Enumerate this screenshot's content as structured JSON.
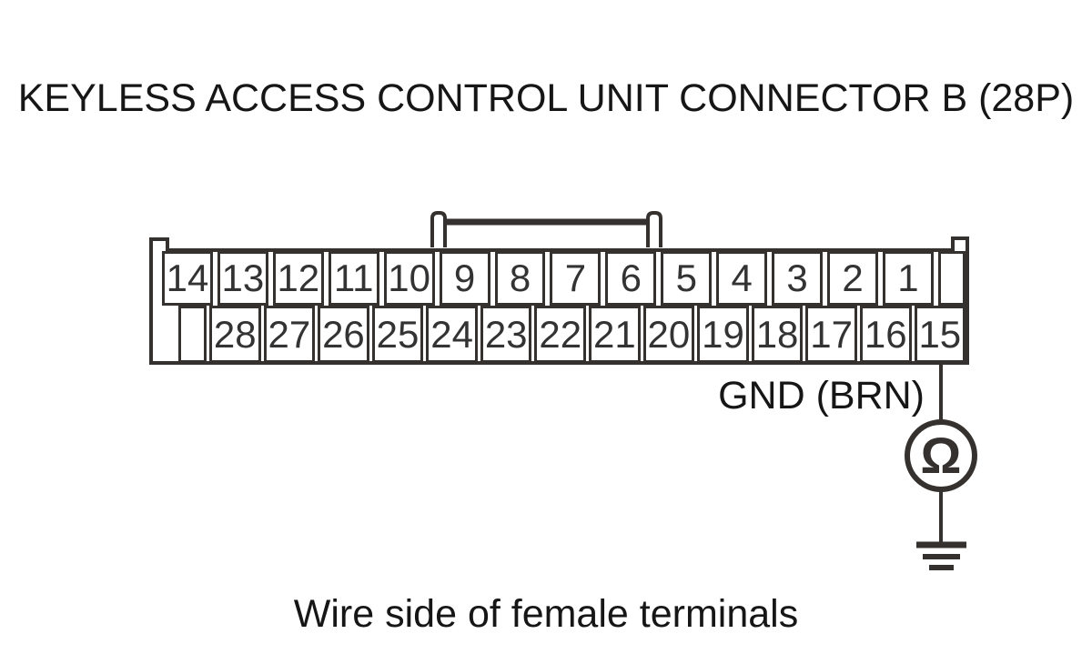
{
  "page": {
    "title": "KEYLESS ACCESS CONTROL UNIT CONNECTOR B (28P)",
    "caption": "Wire side of female terminals"
  },
  "connector": {
    "name": "Keyless Access Control Unit Connector B",
    "pin_count": "28P",
    "top_pins": [
      "14",
      "13",
      "12",
      "11",
      "10",
      "9",
      "8",
      "7",
      "6",
      "5",
      "4",
      "3",
      "2",
      "1",
      ""
    ],
    "bottom_pins": [
      "",
      "28",
      "27",
      "26",
      "25",
      "24",
      "23",
      "22",
      "21",
      "20",
      "19",
      "18",
      "17",
      "16",
      "15"
    ]
  },
  "probe": {
    "wire_label": "GND (BRN)",
    "measured_pin": "15",
    "meter_symbol": "Ω",
    "meter_icon": "ohmmeter-icon",
    "ground_icon": "ground-icon"
  },
  "colors": {
    "line": "#35312e",
    "text": "#161616",
    "pin": "#333333",
    "background": "#ffffff"
  }
}
